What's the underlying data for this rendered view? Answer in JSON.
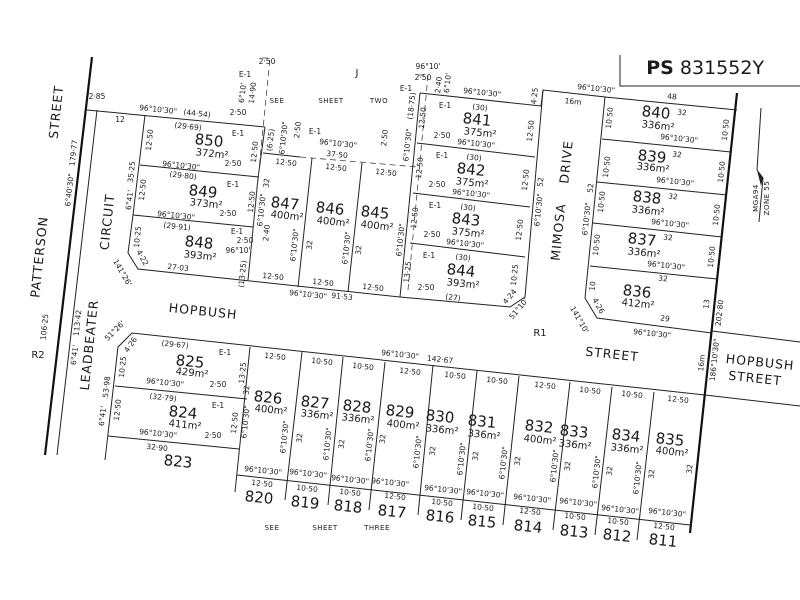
{
  "plan": {
    "prefix": "PS",
    "number": "831552Y"
  },
  "streets": [
    "PATTERSON",
    "STREET",
    "CIRCUIT",
    "HOPBUSH",
    "LEADBEATER",
    "MIMOSA",
    "DRIVE",
    "STREET",
    "HOPBUSH",
    "STREET"
  ],
  "notes": [
    "J",
    "SEE",
    "SHEET",
    "TWO",
    "SEE",
    "SHEET",
    "THREE",
    "R1",
    "R2",
    "MGA94",
    "ZONE 55"
  ],
  "lots": [
    {
      "number": "850",
      "area": "372m²"
    },
    {
      "number": "849",
      "area": "373m²"
    },
    {
      "number": "848",
      "area": "393m²"
    },
    {
      "number": "847",
      "area": "400m²"
    },
    {
      "number": "846",
      "area": "400m²"
    },
    {
      "number": "845",
      "area": "400m²"
    },
    {
      "number": "841",
      "area": "375m²"
    },
    {
      "number": "842",
      "area": "375m²"
    },
    {
      "number": "843",
      "area": "375m²"
    },
    {
      "number": "844",
      "area": "393m²"
    },
    {
      "number": "840",
      "area": "336m²"
    },
    {
      "number": "839",
      "area": "336m²"
    },
    {
      "number": "838",
      "area": "336m²"
    },
    {
      "number": "837",
      "area": "336m²"
    },
    {
      "number": "836",
      "area": "412m²"
    },
    {
      "number": "825",
      "area": "429m²"
    },
    {
      "number": "824",
      "area": "411m²"
    },
    {
      "number": "826",
      "area": "400m²"
    },
    {
      "number": "827",
      "area": "336m²"
    },
    {
      "number": "828",
      "area": "336m²"
    },
    {
      "number": "829",
      "area": "400m²"
    },
    {
      "number": "830",
      "area": "336m²"
    },
    {
      "number": "831",
      "area": "336m²"
    },
    {
      "number": "832",
      "area": "400m²"
    },
    {
      "number": "833",
      "area": "336m²"
    },
    {
      "number": "834",
      "area": "336m²"
    },
    {
      "number": "835",
      "area": "400m²"
    },
    {
      "number": "823"
    },
    {
      "number": "820"
    },
    {
      "number": "819"
    },
    {
      "number": "818"
    },
    {
      "number": "817"
    },
    {
      "number": "816"
    },
    {
      "number": "815"
    },
    {
      "number": "814"
    },
    {
      "number": "813"
    },
    {
      "number": "812"
    },
    {
      "number": "811"
    }
  ],
  "dimensions": [
    "2·85",
    "96°10'30\"",
    "(44·54)",
    "12",
    "6°40'30\"",
    "179·77",
    "(29·69)",
    "12·50",
    "96°10'30\"",
    "2·50",
    "12·50",
    "E-1",
    "(29·80)",
    "35·25",
    "12·50",
    "E-1",
    "12·50",
    "6°41'",
    "96°10'30\"",
    "2·50",
    "(29·91)",
    "10·25",
    "4·22",
    "141°26'",
    "27·03",
    "E-1",
    "2·50",
    "96°10'",
    "(13·25)",
    "2·40",
    "32",
    "6°10'30\"",
    "12·50",
    "6°10'30\"",
    "32",
    "12·50",
    "12·50",
    "6°10'30\"",
    "32",
    "12·50",
    "12·50",
    "6°10'30\"",
    "12·50",
    "96°10'30\"",
    "91·53",
    "2·50",
    "E-1",
    "6°10'",
    "14·90",
    "2·50",
    "(6·25)",
    "6°10'30\"",
    "2·50",
    "E-1",
    "96°10'30\"",
    "37·50",
    "2·50",
    "96°10'",
    "2·50",
    "2·40",
    "6°10'",
    "E-1",
    "96°10'30\"",
    "4·25",
    "(18·75)",
    "E-1",
    "(30)",
    "12·50",
    "2·50",
    "96°10'30\"",
    "12·50",
    "6°10'30\"",
    "E-1",
    "(30)",
    "12·50",
    "2·50",
    "96°10'30\"",
    "12·50",
    "52",
    "6°10'30\"",
    "E-1",
    "(30)",
    "12·50",
    "2·50",
    "96°10'30\"",
    "12·50",
    "E-1",
    "(30)",
    "13·25",
    "2·50",
    "(27)",
    "10·25",
    "4·24",
    "51°10'",
    "96°10'30\"",
    "16m",
    "48",
    "32",
    "10·50",
    "96°10'30\"",
    "10·50",
    "32",
    "10·50",
    "96°10'30\"",
    "10·50",
    "32",
    "10·50",
    "96°10'30\"",
    "10·50",
    "52",
    "6°10'30\"",
    "32",
    "10·50",
    "96°10'30\"",
    "10·50",
    "32",
    "10",
    "4·26",
    "141°10'",
    "29",
    "96°10'30\"",
    "13",
    "202·80",
    "106·25",
    "113·42",
    "6°41'",
    "51°26'",
    "4·26",
    "(29·67)",
    "E-1",
    "13·25",
    "10·25",
    "96°10'30\"",
    "2·50",
    "(32·79)",
    "E-1",
    "12·50",
    "12·50",
    "53·98",
    "6°41'",
    "96°10'30\"",
    "2·50",
    "32·90",
    "12·50",
    "32",
    "6°10'30\"",
    "10·50",
    "6°10'30\"",
    "32",
    "10·50",
    "6°10'30\"",
    "32",
    "12·50",
    "6°10'30\"",
    "32",
    "96°10'30\"",
    "142·67",
    "6°10'30\"",
    "10·50",
    "32",
    "6°10'30\"",
    "10·50",
    "32",
    "6°10'30\"",
    "12·50",
    "32",
    "6°10'30\"",
    "10·50",
    "32",
    "6°10'30\"",
    "10·50",
    "32",
    "6°10'30\"",
    "12·50",
    "32",
    "32",
    "16m",
    "186°10'30\"",
    "96°10'30\"",
    "96°10'30\"",
    "96°10'30\"",
    "96°10'30\"",
    "96°10'30\"",
    "96°10'30\"",
    "96°10'30\"",
    "96°10'30\"",
    "96°10'30\"",
    "96°10'30\"",
    "12·50",
    "10·50",
    "10·50",
    "12·50",
    "10·50",
    "10·50",
    "12·50",
    "10·50",
    "10·50",
    "12·50"
  ]
}
